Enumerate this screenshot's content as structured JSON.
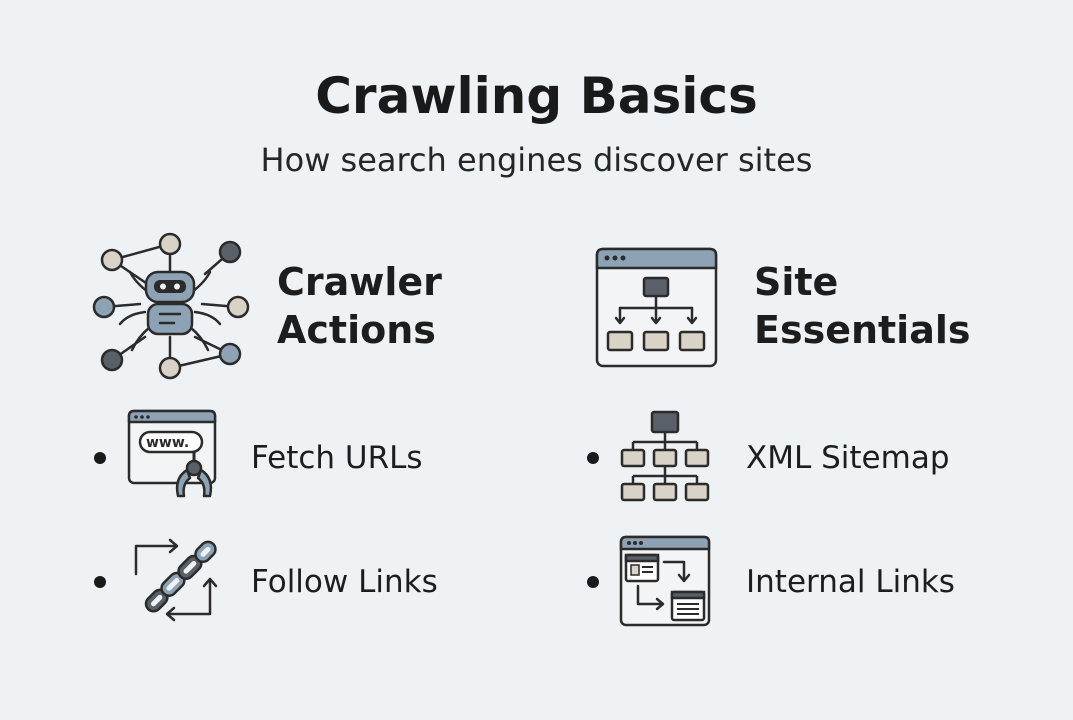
{
  "header": {
    "title": "Crawling Basics",
    "subtitle": "How search engines discover sites"
  },
  "colors": {
    "background": "#eff2f5",
    "icon_blue": "#8ea2b5",
    "icon_dark": "#5a6068",
    "icon_light": "#d8d3c6",
    "outline": "#2b2b2b"
  },
  "sections": [
    {
      "title_line1": "Crawler",
      "title_line2": "Actions",
      "icon": "spider-robot-icon",
      "items": [
        {
          "label": "Fetch URLs",
          "icon": "browser-grab-icon"
        },
        {
          "label": "Follow Links",
          "icon": "chain-links-icon"
        }
      ]
    },
    {
      "title_line1": "Site",
      "title_line2": "Essentials",
      "icon": "site-structure-icon",
      "items": [
        {
          "label": "XML Sitemap",
          "icon": "sitemap-tree-icon"
        },
        {
          "label": "Internal Links",
          "icon": "internal-links-icon"
        }
      ]
    }
  ],
  "browser_icon": {
    "url_text": "www."
  }
}
